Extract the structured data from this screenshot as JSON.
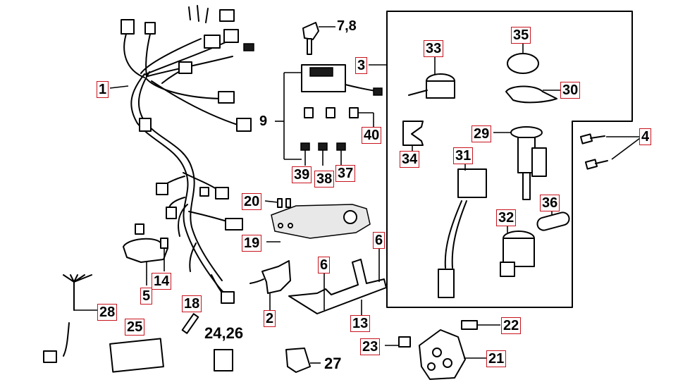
{
  "diagram": {
    "callouts": {
      "p1": "1",
      "p2": "2",
      "p3": "3",
      "p4": "4",
      "p5": "5",
      "p6a": "6",
      "p6b": "6",
      "p7_8": "7,8",
      "p9": "9",
      "p13": "13",
      "p14": "14",
      "p18": "18",
      "p19": "19",
      "p20": "20",
      "p21": "21",
      "p22": "22",
      "p23": "23",
      "p24_26": "24,26",
      "p25": "25",
      "p27": "27",
      "p28": "28",
      "p29": "29",
      "p30": "30",
      "p31": "31",
      "p32": "32",
      "p33": "33",
      "p34": "34",
      "p35": "35",
      "p36": "36",
      "p37": "37",
      "p38": "38",
      "p39": "39",
      "p40": "40"
    }
  }
}
